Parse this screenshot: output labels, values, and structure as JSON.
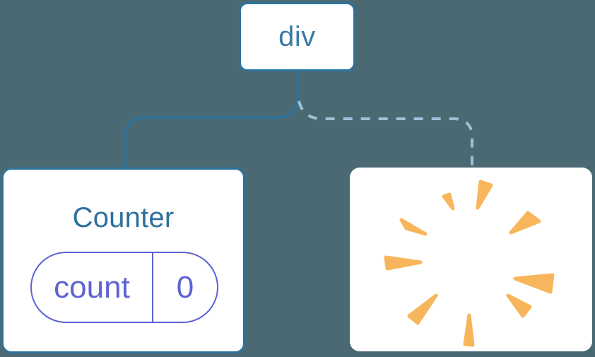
{
  "canvas": {
    "background": "#4A6973"
  },
  "tree": {
    "root": {
      "label": "div"
    },
    "counter": {
      "title": "Counter",
      "state": {
        "key": "count",
        "value": "0"
      }
    },
    "removed": {
      "icon": "poof-icon"
    }
  },
  "links": {
    "solid_target": "Counter",
    "dashed_target": "removed-node"
  },
  "colors": {
    "background": "#4A6973",
    "node_border": "#2E739E",
    "node_text": "#3B7BA3",
    "link_solid": "#2E739E",
    "link_dashed": "#9CC1D7",
    "state_purple": "#5D62D4",
    "poof_orange": "#F8B65C",
    "card_background": "#FFFFFF"
  }
}
